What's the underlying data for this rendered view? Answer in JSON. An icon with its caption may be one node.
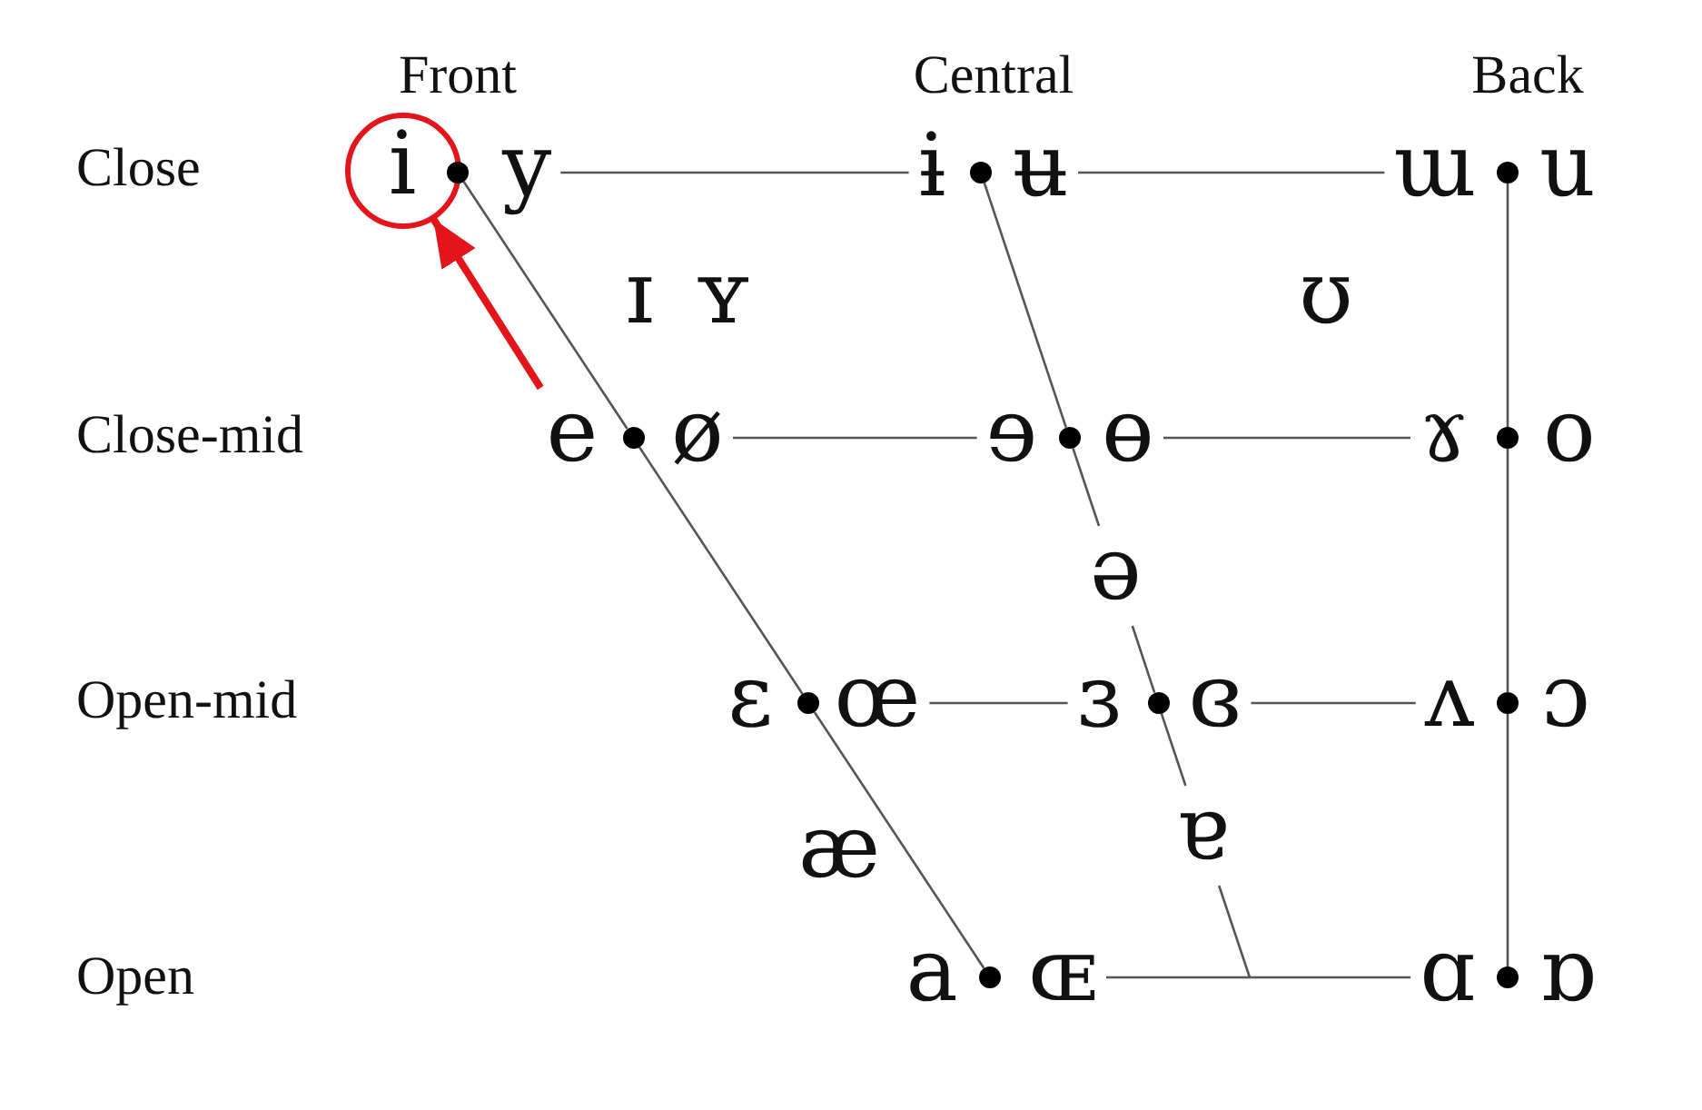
{
  "diagram": {
    "nodes": [
      {
        "text": [],
        "shape": "circle"
      },
      {
        "text": [
          "i"
        ],
        "in": 0
      },
      {
        "text": [],
        "shape": "dot"
      },
      {
        "text": [
          "y"
        ]
      },
      {
        "text": [
          "ɨ"
        ]
      },
      {
        "text": [],
        "shape": "dot"
      },
      {
        "text": [
          "ʉ"
        ]
      },
      {
        "text": [
          "ɯ"
        ]
      },
      {
        "text": [],
        "shape": "dot"
      },
      {
        "text": [
          "u"
        ]
      },
      {
        "text": [
          "e"
        ]
      },
      {
        "text": [],
        "shape": "dot"
      },
      {
        "text": [
          "ø"
        ]
      },
      {
        "text": [
          "ɘ"
        ]
      },
      {
        "text": [],
        "shape": "dot"
      },
      {
        "text": [
          "ɵ"
        ]
      },
      {
        "text": [
          "ɤ"
        ]
      },
      {
        "text": [],
        "shape": "dot"
      },
      {
        "text": [
          "o"
        ]
      },
      {
        "text": [
          "ə"
        ]
      },
      {
        "text": [
          "ɛ"
        ]
      },
      {
        "text": [],
        "shape": "dot"
      },
      {
        "text": [
          "œ"
        ]
      },
      {
        "text": [
          "ɜ"
        ]
      },
      {
        "text": [],
        "shape": "dot"
      },
      {
        "text": [
          "ɞ"
        ]
      },
      {
        "text": [
          "ʌ"
        ]
      },
      {
        "text": [],
        "shape": "dot"
      },
      {
        "text": [
          "ɔ"
        ]
      },
      {
        "text": [
          "ɐ"
        ]
      },
      {
        "text": [
          "a"
        ]
      },
      {
        "text": [],
        "shape": "dot"
      },
      {
        "text": [
          "ɶ"
        ]
      },
      {
        "text": [
          "ɑ"
        ]
      },
      {
        "text": [],
        "shape": "dot"
      },
      {
        "text": [
          "ɒ"
        ]
      }
    ],
    "edges": [
      {
        "from": 3,
        "to": 4,
        "arrow": "none"
      },
      {
        "from": 6,
        "to": 7,
        "arrow": "none"
      },
      {
        "from": 12,
        "to": 13,
        "arrow": "none"
      },
      {
        "from": 15,
        "to": 16,
        "arrow": "none"
      },
      {
        "from": 22,
        "to": 23,
        "arrow": "none"
      },
      {
        "from": 25,
        "to": 26,
        "arrow": "none"
      },
      {
        "from": 32,
        "to": 33,
        "arrow": "none"
      },
      {
        "from": 2,
        "to": 11,
        "arrow": "none"
      },
      {
        "from": 11,
        "to": 21,
        "arrow": "none"
      },
      {
        "from": 21,
        "to": 31,
        "arrow": "none"
      },
      {
        "from": 5,
        "to": 14,
        "arrow": "none"
      },
      {
        "from": 14,
        "to": 19,
        "arrow": "none"
      },
      {
        "from": 19,
        "to": 24,
        "arrow": "none"
      },
      {
        "from": 24,
        "to": 29,
        "arrow": "none"
      },
      {
        "from": 29,
        "to": null,
        "arrow": "none"
      },
      {
        "from": 8,
        "to": 17,
        "arrow": "none"
      },
      {
        "from": 17,
        "to": 27,
        "arrow": "none"
      },
      {
        "from": 27,
        "to": 34,
        "arrow": "none"
      },
      {
        "from": 10,
        "to": 0,
        "arrow": "to",
        "style": "thick",
        "color": "#e3151a"
      }
    ],
    "labels": [
      "Front",
      "Central",
      "Back",
      "Close",
      "ɪ",
      "ʏ",
      "ʊ",
      "Close-mid",
      "Open-mid",
      "æ",
      "Open"
    ]
  }
}
